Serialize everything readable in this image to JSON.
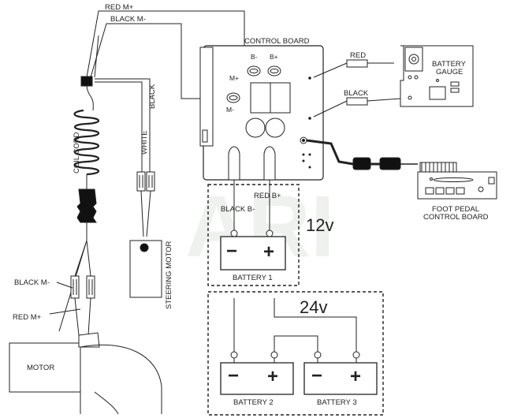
{
  "watermark": "ARI",
  "wires": {
    "red_m_plus": "RED M+",
    "black_m_minus": "BLACK M-",
    "black": "BLACK",
    "white": "WHITE",
    "coil_cord": "COIL CORD",
    "red": "RED",
    "black_gauge": "BLACK",
    "red_b_plus": "RED B+",
    "black_b_minus": "BLACK B-",
    "black_m_minus_lower": "BLACK M-",
    "red_m_plus_lower": "RED M+"
  },
  "control_board": {
    "title": "CONTROL BOARD",
    "b_minus": "B-",
    "b_plus": "B+",
    "m_plus": "M+",
    "m_minus": "M-"
  },
  "battery_gauge": {
    "line1": "BATTERY",
    "line2": "GAUGE"
  },
  "foot_pedal": {
    "line1": "FOOT PEDAL",
    "line2": "CONTROL BOARD"
  },
  "steering_motor": "STEERING MOTOR",
  "motor": "MOTOR",
  "systems": {
    "v12": "12v",
    "v24": "24v"
  },
  "batteries": [
    {
      "label": "BATTERY 1",
      "minus": "−",
      "plus": "+"
    },
    {
      "label": "BATTERY 2",
      "minus": "−",
      "plus": "+"
    },
    {
      "label": "BATTERY 3",
      "minus": "−",
      "plus": "+"
    }
  ]
}
